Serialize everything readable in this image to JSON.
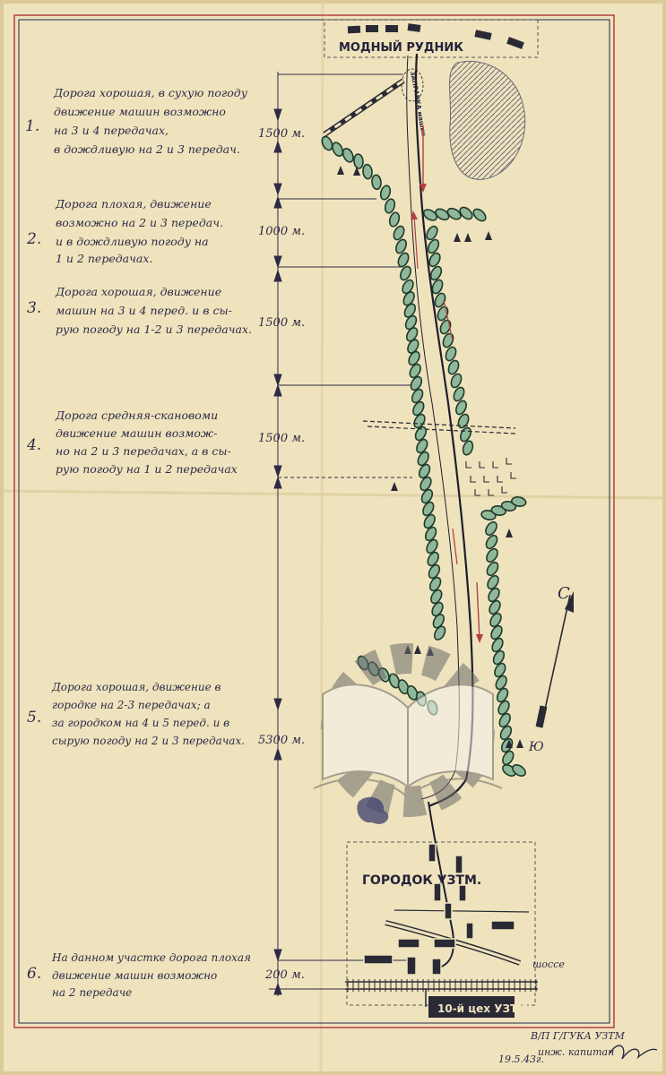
{
  "map": {
    "mine_label": "МОДНЫЙ РУДНИК",
    "station_label": "ЗАПРАВКА машин",
    "town_label": "ГОРОДОК  УЗТМ.",
    "highway_label": "шоссе",
    "workshop_label": "10-й цех УЗТМ.",
    "north_label": "С",
    "south_label": "Ю",
    "signature": {
      "line1": "В/П Г/ГУКА УЗТМ",
      "line2": "инж. капитан",
      "date": "19.5.43г."
    }
  },
  "sections": [
    {
      "num": "1.",
      "lines": [
        "Дорога хорошая, в сухую погоду",
        "движение машин возможно",
        "на 3 и 4 передачах,",
        "в дождливую на 2 и 3 передач."
      ],
      "distance": "1500 м."
    },
    {
      "num": "2.",
      "lines": [
        "Дорога плохая, движение",
        "возможно на 2 и 3 передач.",
        "и в дождливую погоду на",
        "1 и 2 передачах."
      ],
      "distance": "1000 м."
    },
    {
      "num": "3.",
      "lines": [
        "Дорога хорошая, движение",
        "машин на 3 и 4 перед. и в сы-",
        "рую погоду на 1-2 и 3 передачах."
      ],
      "distance": "1500 м."
    },
    {
      "num": "4.",
      "lines": [
        "Дорога средняя-скановоми",
        "движение машин возмож-",
        "но на 2 и 3 передачах, а в сы-",
        "рую погоду на 1 и 2 передачах"
      ],
      "distance": "1500 м."
    },
    {
      "num": "5.",
      "lines": [
        "Дорога хорошая, движение в",
        "городке на 2-3 передачах; а",
        "за городком на 4 и 5 перед. и в",
        "сырую погоду на 2 и 3 передачах."
      ],
      "distance": "5300 м."
    },
    {
      "num": "6.",
      "lines": [
        "На данном участке дорога плохая",
        "движение машин возможно",
        "на 2 передаче"
      ],
      "distance": "200 м."
    }
  ]
}
